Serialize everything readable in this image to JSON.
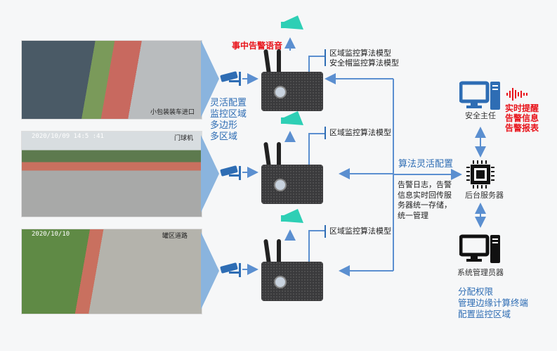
{
  "photos": [
    {
      "label": "小包装装车进口",
      "timestamp": ""
    },
    {
      "label": "门球机",
      "timestamp": "2020/10/09 14:5 :41"
    },
    {
      "label": "罐区道路",
      "timestamp": "2020/10/10"
    }
  ],
  "alarm_voice": "事中告警语音",
  "camera_config": [
    "灵活配置",
    "监控区域",
    "多边形",
    "多区域"
  ],
  "models": [
    [
      "区域监控算法模型",
      "安全帽监控算法模型"
    ],
    [
      "区域监控算法模型"
    ],
    [
      "区域监控算法模型"
    ]
  ],
  "algo_config": "算法灵活配置",
  "log_text": [
    "告警日志，告警",
    "信息实时回传服",
    "务器统一存储，",
    "统一管理"
  ],
  "safety_officer": "安全主任",
  "alerts": [
    "实时提醒",
    "告警信息",
    "告警报表"
  ],
  "server": "后台服务器",
  "admin": "系统管理员器",
  "admin_tasks": [
    "分配权限",
    "管理边缘计算终端",
    "配置监控区域"
  ],
  "colors": {
    "accent": "#2e6db4",
    "alert": "#e8141b",
    "speaker": "#2ecfb5",
    "arrow": "#5b8fd0"
  }
}
